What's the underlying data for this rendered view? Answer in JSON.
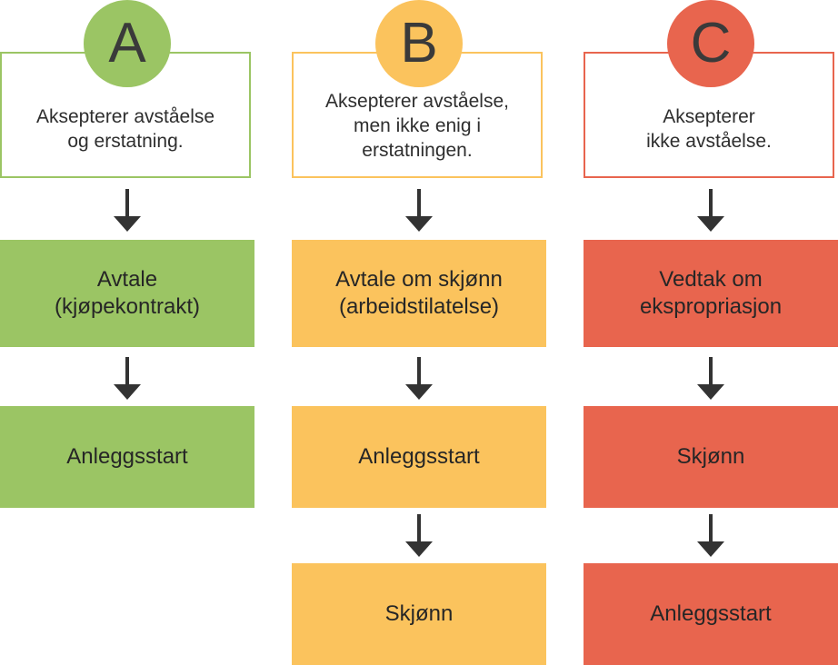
{
  "colors": {
    "green": "#9bc564",
    "yellow": "#fbc35d",
    "red": "#e8654e",
    "arrow": "#333333"
  },
  "columns": [
    {
      "badge": "A",
      "description": "Aksepterer avståelse\nog erstatning.",
      "steps": [
        "Avtale\n(kjøpekontrakt)",
        "Anleggsstart"
      ]
    },
    {
      "badge": "B",
      "description": "Aksepterer avståelse,\nmen ikke enig i\nerstatningen.",
      "steps": [
        "Avtale om skjønn\n(arbeidstilatelse)",
        "Anleggsstart",
        "Skjønn"
      ]
    },
    {
      "badge": "C",
      "description": "Aksepterer\nikke avståelse.",
      "steps": [
        "Vedtak om\nekspropriasjon",
        "Skjønn",
        "Anleggsstart"
      ]
    }
  ]
}
